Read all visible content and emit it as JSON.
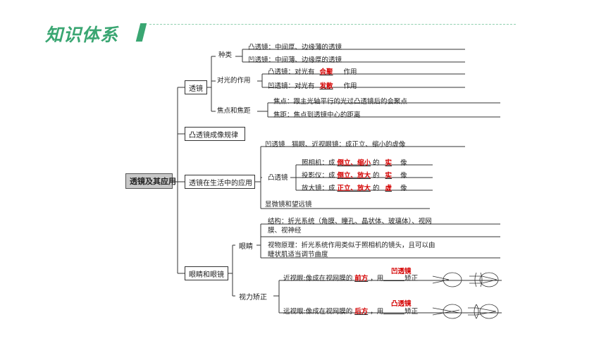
{
  "header": {
    "title": "知识体系"
  },
  "root": "透镜及其应用",
  "lens": {
    "label": "透镜",
    "types": {
      "label": "种类",
      "convex": "凸透镜：中间厚、边缘薄的透镜",
      "concave": "凹透镜：中间薄、边缘厚的透镜"
    },
    "effect": {
      "label": "对光的作用",
      "convex_pre": "凸透镜：对光有",
      "convex_ans": "会聚",
      "concave_pre": "凹透镜：对光有",
      "concave_ans": "发散",
      "suffix": "作用"
    },
    "focus": {
      "label": "焦点和焦距",
      "point": "焦点：跟主光轴平行的光过凸透镜后的会聚点",
      "length": "焦距：焦点到透镜中心的距离"
    }
  },
  "imaging_rule": "凸透镜成像规律",
  "life": {
    "label": "透镜在生活中的应用",
    "concave_line": "凹透镜　猫眼、近视眼镜：成正立、缩小的虚像",
    "convex_label": "凸透镜",
    "camera": {
      "pre": "照相机：成",
      "a1": "倒立、缩小",
      "mid": "的",
      "a2": "实",
      "suf": "像"
    },
    "projector": {
      "pre": "投影仪：成",
      "a1": "倒立、放大",
      "mid": "的",
      "a2": "实",
      "suf": "像"
    },
    "magnifier": {
      "pre": "放大镜：成",
      "a1": "正立、放大",
      "mid": "的",
      "a2": "虚",
      "suf": "像"
    },
    "microscope": "显微镜和望远镜"
  },
  "eye": {
    "label": "眼睛和眼镜",
    "eyeball": {
      "label": "眼睛",
      "structure_1": "结构：折光系统（角膜、瞳孔、晶状体、玻璃体）、视网",
      "structure_2": "膜、视神经",
      "principle_1": "视物原理：折光系统作用类似于照相机的镜头，且可以由",
      "principle_2": "睫状肌适当调节曲度"
    },
    "correction": {
      "label": "视力矫正",
      "myopia_pre": "近视眼:像成在视网膜的",
      "myopia_pos": "前方",
      "myopia_mid": "，用",
      "myopia_lens": "凹透镜",
      "myopia_suf": "矫正",
      "hyperopia_pre": "远视眼:像成在视网膜的",
      "hyperopia_pos": "后方",
      "hyperopia_mid": "，用",
      "hyperopia_lens": "凸透镜",
      "hyperopia_suf": "矫正"
    }
  },
  "colors": {
    "accent": "#3aa672",
    "answer": "#d40000",
    "root_fill": "#c8c8c8"
  }
}
